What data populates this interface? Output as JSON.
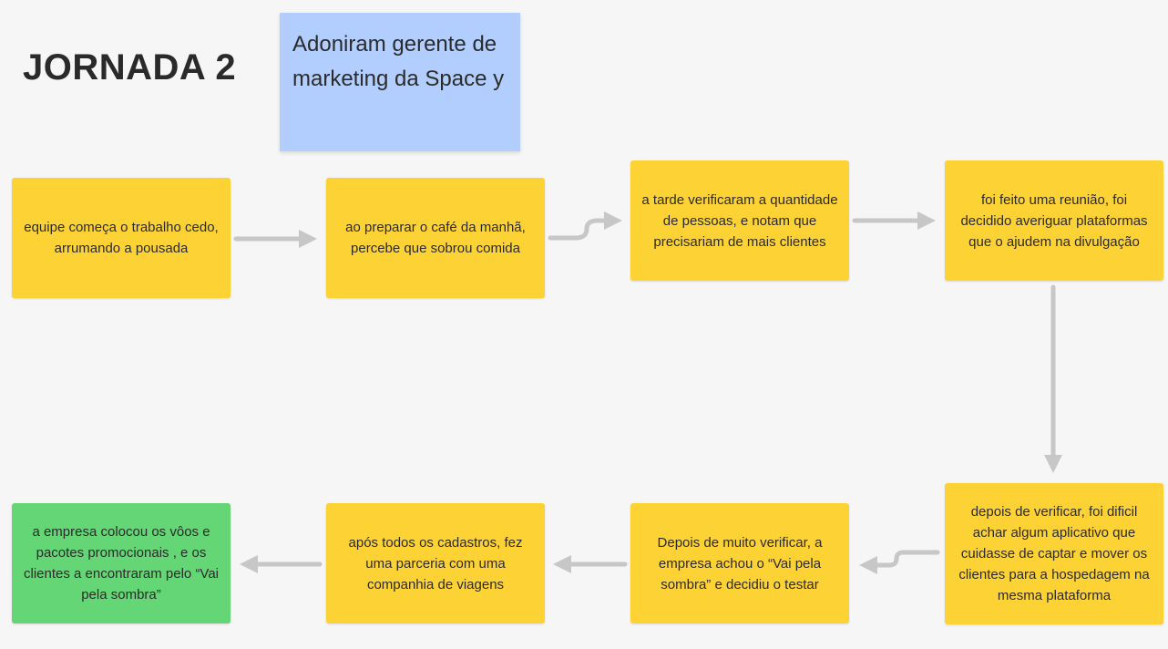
{
  "title": "JORNADA 2",
  "persona": "Adoniram gerente de marketing da Space y",
  "colors": {
    "background": "#f6f6f6",
    "sticky_yellow": "#fdd235",
    "sticky_green": "#65d676",
    "sticky_blue": "#b1ceff",
    "arrow": "#c7c7c7"
  },
  "steps": [
    "equipe começa o trabalho cedo, arrumando a pousada",
    "ao preparar o café da manhã, percebe que sobrou comida",
    "a tarde verificaram a quantidade de pessoas, e notam que precisariam de mais clientes",
    "foi feito uma reunião, foi decidido averiguar plataformas que o ajudem na divulgação",
    "depois de verificar, foi dificil achar algum aplicativo que cuidasse de captar e mover os clientes para a hospedagem na mesma plataforma",
    "Depois de muito verificar, a empresa achou o “Vai pela sombra” e decidiu o testar",
    "após todos os cadastros, fez uma parceria com uma companhia de viagens",
    "a empresa colocou os vôos e pacotes promocionais , e os clientes a encontraram pelo “Vai pela sombra”"
  ]
}
